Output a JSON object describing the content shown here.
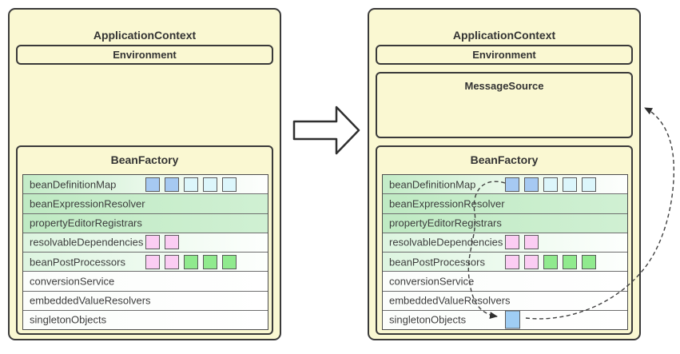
{
  "left_panel": {
    "title": "ApplicationContext",
    "environment_label": "Environment",
    "bean_factory": {
      "title": "BeanFactory",
      "rows": [
        {
          "label": "beanDefinitionMap",
          "squares": [
            "blue",
            "blue",
            "cyan",
            "cyan",
            "cyan"
          ]
        },
        {
          "label": "beanExpressionResolver",
          "squares": []
        },
        {
          "label": "propertyEditorRegistrars",
          "squares": []
        },
        {
          "label": "resolvableDependencies",
          "squares": [
            "pink",
            "pink"
          ]
        },
        {
          "label": "beanPostProcessors",
          "squares": [
            "pink",
            "pink",
            "green",
            "green",
            "green"
          ]
        },
        {
          "label": "conversionService",
          "squares": []
        },
        {
          "label": "embeddedValueResolvers",
          "squares": []
        },
        {
          "label": "singletonObjects",
          "squares": []
        }
      ]
    }
  },
  "right_panel": {
    "title": "ApplicationContext",
    "environment_label": "Environment",
    "message_source_label": "MessageSource",
    "bean_factory": {
      "title": "BeanFactory",
      "rows": [
        {
          "label": "beanDefinitionMap",
          "squares": [
            "blue",
            "blue",
            "cyan",
            "cyan",
            "cyan"
          ]
        },
        {
          "label": "beanExpressionResolver",
          "squares": []
        },
        {
          "label": "propertyEditorRegistrars",
          "squares": []
        },
        {
          "label": "resolvableDependencies",
          "squares": [
            "pink",
            "pink"
          ]
        },
        {
          "label": "beanPostProcessors",
          "squares": [
            "pink",
            "pink",
            "green",
            "green",
            "green"
          ]
        },
        {
          "label": "conversionService",
          "squares": []
        },
        {
          "label": "embeddedValueResolvers",
          "squares": []
        },
        {
          "label": "singletonObjects",
          "squares": [
            "singleton"
          ]
        }
      ]
    }
  },
  "arrows": {
    "transform_arrow": "left-context-to-right-context",
    "dashed_arrow_1": "beanDefinitionMap-bean-to-singletonObjects",
    "dashed_arrow_2": "singletonObjects-bean-to-MessageSource"
  },
  "colors": {
    "panel_fill": "#FAF8D2",
    "panel_border": "#3A3A3A",
    "row_green": "#BFEAC3",
    "row_green_light": "#DDF5E0",
    "square_blue": "#A6C9F2",
    "square_cyan": "#DCF6FB",
    "square_pink": "#FBCDF3",
    "square_green": "#90EA8E",
    "square_singleton_blue": "#9FCDF4",
    "dashed_line": "#3F3F3F"
  }
}
